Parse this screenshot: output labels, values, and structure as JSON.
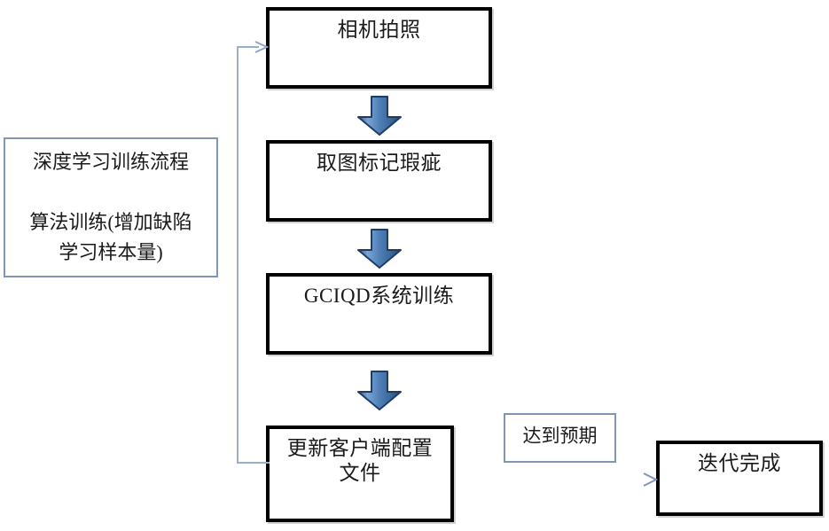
{
  "diagram": {
    "title_text": "",
    "colors": {
      "box_border": "#000000",
      "note_border": "#8094b4",
      "arrow_fill_light": "#6f9ad3",
      "arrow_fill_dark": "#2e5c8a",
      "arrow_outline": "#1f3d63",
      "connector_line": "#9aaecb",
      "text": "#1a1a1a",
      "background": "#ffffff"
    },
    "note_boxes": [
      {
        "id": "training-process-note",
        "text": "深度学习训练流程\n\n算法训练(增加缺陷\n学习样本量)"
      },
      {
        "id": "expectation-label",
        "text": "达到预期"
      }
    ],
    "process_boxes": [
      {
        "id": "camera-capture",
        "text": "相机拍照"
      },
      {
        "id": "mark-defects",
        "text": "取图标记瑕疵"
      },
      {
        "id": "gciqd-training",
        "text": "GCIQD系统训练"
      },
      {
        "id": "update-client-config",
        "text": "更新客户端配置\n文件"
      },
      {
        "id": "iteration-complete",
        "text": "迭代完成"
      }
    ],
    "block_arrows": [
      {
        "id": "arrow-capture-to-mark",
        "direction": "down"
      },
      {
        "id": "arrow-mark-to-training",
        "direction": "down"
      },
      {
        "id": "arrow-training-to-update",
        "direction": "down"
      }
    ],
    "connectors": [
      {
        "id": "feedback-loop-to-camera",
        "direction": "left-up-right",
        "label": ""
      },
      {
        "id": "update-to-complete",
        "direction": "right",
        "label": "达到预期"
      }
    ]
  }
}
